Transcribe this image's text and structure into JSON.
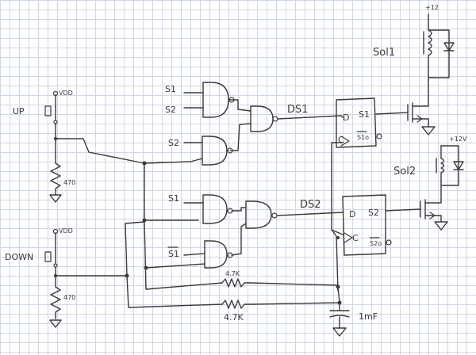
{
  "labels": {
    "vdd_top": "VDD",
    "vdd_bottom": "VDD",
    "up": "UP",
    "down": "DOWN",
    "r_up": "470",
    "r_down": "470",
    "s1_a": "S1",
    "s2_a": "S2",
    "s2_b": "S2",
    "s1_b": "S1",
    "s1_bar": "S1",
    "ds1": "DS1",
    "ds2": "DS2",
    "ff1_d": "D",
    "ff1_s1": "S1",
    "ff1_c": "C",
    "ff1_s1bar": "S1o",
    "ff2_d": "D",
    "ff2_s2": "S2",
    "ff2_c": "C",
    "ff2_s2bar": "S2o",
    "r1": "4.7K",
    "r2": "4.7K",
    "cap": "1mF",
    "plus12_top": "+12",
    "plus12_right": "+12V",
    "sol1": "Sol1",
    "sol2": "Sol2"
  }
}
